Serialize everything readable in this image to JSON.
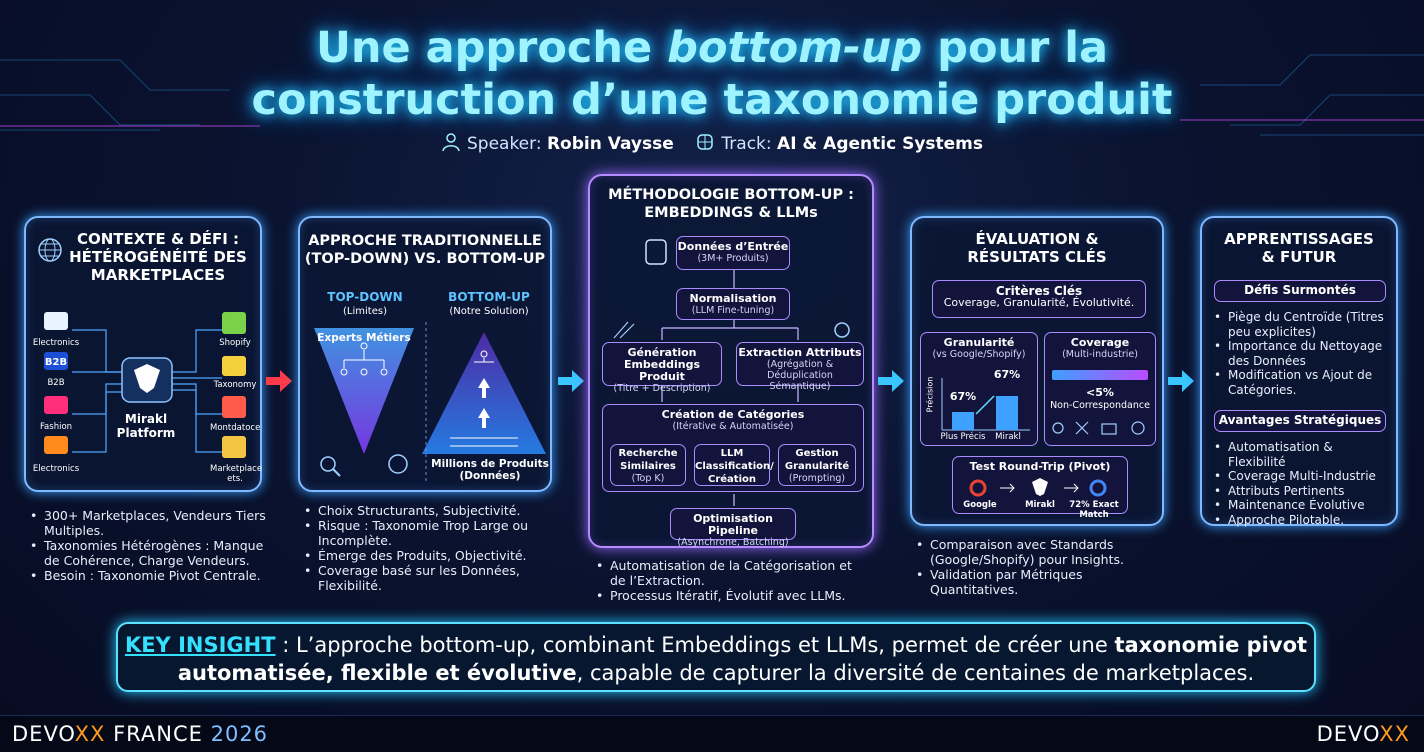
{
  "header": {
    "title_a": "Une approche ",
    "title_em": "bottom-up",
    "title_b": " pour la",
    "title_line2": "construction d’une taxonomie produit",
    "speaker_label": "Speaker:",
    "speaker_name": "Robin Vaysse",
    "track_label": "Track:",
    "track_name": "AI & Agentic Systems"
  },
  "panel1": {
    "title": "CONTEXTE & DÉFI :\nHÉTÉROGÉNÉITÉ DES\nMARKETPLACES",
    "left": [
      "Electronics",
      "B2B",
      "Fashion",
      "Electronics"
    ],
    "b2b_badge": "B2B",
    "center": "Mirakl\nPlatform",
    "right": [
      "Shopify",
      "Taxonomy",
      "Montdatoce",
      "Marketplace\nets."
    ],
    "bullets": [
      "300+ Marketplaces, Vendeurs Tiers Multiples.",
      "Taxonomies Hétérogènes : Manque de Cohérence, Charge Vendeurs.",
      "Besoin : Taxonomie Pivot Centrale."
    ]
  },
  "panel2": {
    "title": "APPROCHE TRADITIONNELLE\n(TOP-DOWN) VS. BOTTOM-UP",
    "td_title": "TOP-DOWN",
    "td_sub": "(Limites)",
    "td_label": "Experts Métiers",
    "bu_title": "BOTTOM-UP",
    "bu_sub": "(Notre Solution)",
    "bu_label": "Millions de Produits\n(Données)",
    "bullets": [
      "Choix Structurants, Subjectivité.",
      "Risque : Taxonomie Trop Large ou Incomplète.",
      "Émerge des Produits, Objectivité.",
      "Coverage basé sur les Données, Flexibilité."
    ]
  },
  "panel3": {
    "title": "MÉTHODOLOGIE BOTTOM-UP :\nEMBEDDINGS & LLMs",
    "input": {
      "t": "Données d’Entrée",
      "s": "(3M+ Produits)"
    },
    "norm": {
      "t": "Normalisation",
      "s": "(LLM Fine-tuning)"
    },
    "gen": {
      "t": "Génération\nEmbeddings Produit",
      "s": "(Titre + Description)"
    },
    "ext": {
      "t": "Extraction Attributs",
      "s": "(Agrégation &\nDéduplication Sémantique)"
    },
    "cat": {
      "t": "Création de Catégories",
      "s": "(Itérative & Automatisée)"
    },
    "c1": {
      "t": "Recherche\nSimilaires",
      "s": "(Top K)"
    },
    "c2": {
      "t": "LLM\nClassification/\nCréation",
      "s": ""
    },
    "c3": {
      "t": "Gestion\nGranularité",
      "s": "(Prompting)"
    },
    "opt": {
      "t": "Optimisation Pipeline",
      "s": "(Asynchrone, Batching)"
    },
    "bullets": [
      "Automatisation de la Catégorisation et de l’Extraction.",
      "Processus Itératif, Évolutif avec LLMs."
    ]
  },
  "panel4": {
    "title": "ÉVALUATION &\nRÉSULTATS CLÉS",
    "criteria_t": "Critères Clés",
    "criteria_s": "Coverage, Granularité, Évolutivité.",
    "gran_t": "Granularité",
    "gran_s": "(vs Google/Shopify)",
    "axis": "Précision",
    "bar1": "67%",
    "bar2": "67%",
    "bar_labels": [
      "Plus Précis",
      "Mirakl"
    ],
    "cov_t": "Coverage",
    "cov_s": "(Multi-industrie)",
    "cov_val": "<5%",
    "cov_lbl": "Non-Correspondance",
    "rt_t": "Test Round-Trip (Pivot)",
    "rt_items": [
      "Google",
      "Mirakl",
      "72% Exact Match"
    ],
    "bullets": [
      "Comparaison avec Standards (Google/Shopify) pour Insights.",
      "Validation par Métriques Quantitatives."
    ]
  },
  "panel5": {
    "title": "APPRENTISSAGES\n& FUTUR",
    "d_t": "Défis Surmontés",
    "d_items": [
      "Piège du Centroïde (Titres peu explicites)",
      "Importance du Nettoyage des Données",
      "Modification vs Ajout de Catégories."
    ],
    "a_t": "Avantages Stratégiques",
    "a_items": [
      "Automatisation & Flexibilité",
      "Coverage Multi-Industrie",
      "Attributs Pertinents",
      "Maintenance Évolutive",
      "Approche Pilotable."
    ]
  },
  "insight": {
    "k": "KEY INSIGHT",
    "a": " : L’approche bottom-up, combinant Embeddings et LLMs, permet de créer une ",
    "b1": "taxonomie pivot",
    "b2": "automatisée, flexible et évolutive",
    "c": ", capable de capturer la diversité de centaines de marketplaces."
  },
  "footer": {
    "l1": "DEVO",
    "l2": "XX",
    "l3": " FRANCE ",
    "l4": "2026",
    "r1": "DEVO",
    "r2": "XX"
  },
  "colors": {
    "accent": "#35e0ff",
    "purple": "#b58cff",
    "orange": "#ff9a1f"
  }
}
